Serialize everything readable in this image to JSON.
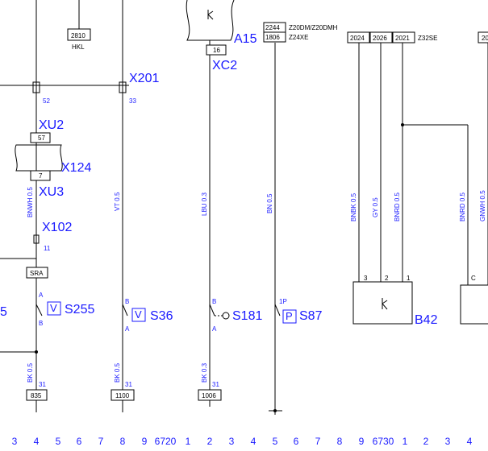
{
  "labels": {
    "a15": "A15",
    "xc2": "XC2",
    "x201": "X201",
    "xu2": "XU2",
    "x124": "X124",
    "xu3": "XU3",
    "x102": "X102",
    "s255": "S255",
    "s36": "S36",
    "s181": "S181",
    "s87": "S87",
    "b42": "B42",
    "five": "5"
  },
  "boxes": {
    "b2810": "2810",
    "hkl": "HKL",
    "b16": "16",
    "b2244": "2244",
    "z20dm": "Z20DM/Z20DMH",
    "b1806": "1806",
    "z24xe": "Z24XE",
    "b2024": "2024",
    "b2026": "2026",
    "b2021": "2021",
    "z32se": "Z32SE",
    "b20": "20",
    "b57": "57",
    "b7": "7",
    "sra": "SRA",
    "b835": "835",
    "b1100": "1100",
    "b1006": "1006"
  },
  "pins": {
    "p52": "52",
    "p33": "33",
    "p11": "11",
    "a1": "A",
    "b1": "B",
    "b2": "B",
    "a2": "A",
    "b3": "B",
    "a3": "A",
    "p1p": "1P",
    "p31a": "31",
    "p31b": "31",
    "p31c": "31",
    "p3": "3",
    "p2": "2",
    "p1": "1",
    "pc": "C",
    "v1": "V",
    "v2": "V",
    "pp": "P"
  },
  "wires": {
    "bnwh": "BNWH 0.5",
    "vt": "VT 0.5",
    "lbu": "LBU 0.3",
    "bn": "BN 0.5",
    "bnbk": "BNBK 0.5",
    "gy": "GY 0.5",
    "bnrd1": "BNRD 0.5",
    "bnrd2": "BNRD 0.5",
    "gnwh": "GNWH 0.5",
    "bk1": "BK 0.5",
    "bk2": "BK 0.5",
    "bk3": "BK 0.3"
  },
  "ruler": [
    "3",
    "4",
    "5",
    "6",
    "7",
    "8",
    "9",
    "6720",
    "1",
    "2",
    "3",
    "4",
    "5",
    "6",
    "7",
    "8",
    "9",
    "6730",
    "1",
    "2",
    "3",
    "4"
  ]
}
